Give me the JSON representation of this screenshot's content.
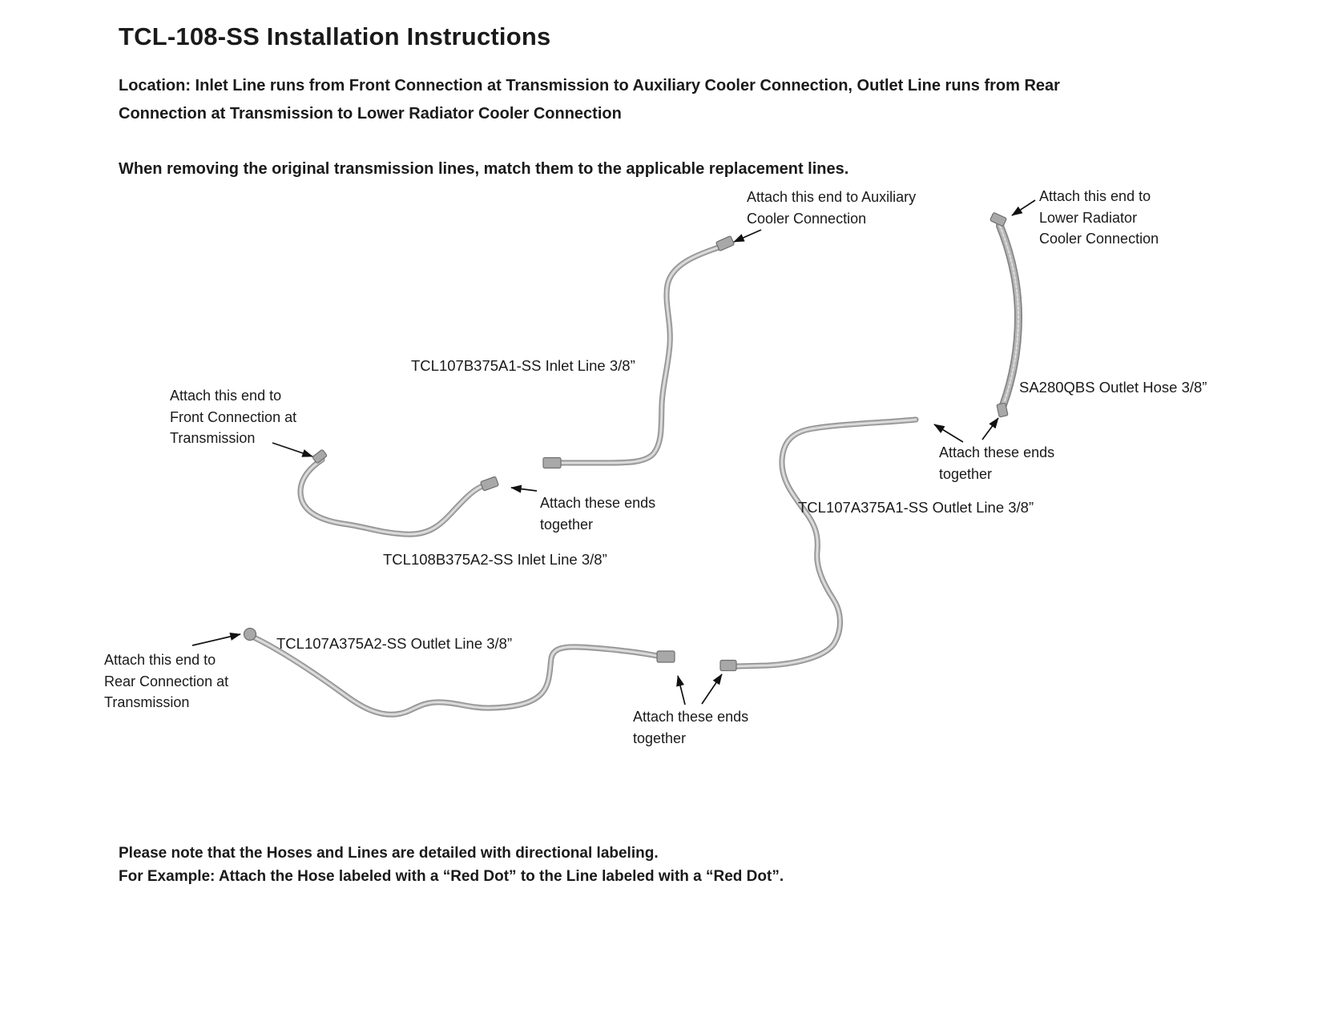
{
  "header": {
    "title": "TCL-108-SS Installation Instructions",
    "location": "Location: Inlet Line runs from Front Connection at Transmission to Auxiliary Cooler Connection, Outlet Line runs from Rear Connection at Transmission to Lower Radiator Cooler Connection",
    "instruction": "When removing the original transmission lines, match them to the applicable replacement lines."
  },
  "diagram": {
    "annotations": {
      "auxiliary": "Attach this end to Auxiliary Cooler Connection",
      "lower_radiator": "Attach this end to Lower Radiator Cooler Connection",
      "front_connection": "Attach this end to Front Connection at Transmission",
      "rear_connection": "Attach this end to Rear Connection at Transmission",
      "attach_ends_mid": "Attach these ends together",
      "attach_ends_right": "Attach these ends together",
      "attach_ends_bottom": "Attach these ends together"
    },
    "part_labels": {
      "inlet_line_a1": "TCL107B375A1-SS Inlet Line 3/8”",
      "inlet_line_a2": "TCL108B375A2-SS Inlet Line 3/8”",
      "outlet_line_a1": "TCL107A375A1-SS Outlet Line 3/8”",
      "outlet_line_a2": "TCL107A375A2-SS Outlet Line 3/8”",
      "outlet_hose": "SA280QBS Outlet Hose 3/8”"
    }
  },
  "footer": {
    "note_line1": "Please note that the Hoses and Lines are detailed with directional labeling.",
    "note_line2": "For Example: Attach the Hose labeled with a “Red Dot” to the Line labeled with a “Red Dot”."
  },
  "colors": {
    "tube_dark": "#8a8a8a",
    "tube_mid": "#bcbcbc",
    "tube_highlight": "#e6e6e6",
    "text": "#1a1a1a",
    "arrow": "#111111"
  }
}
